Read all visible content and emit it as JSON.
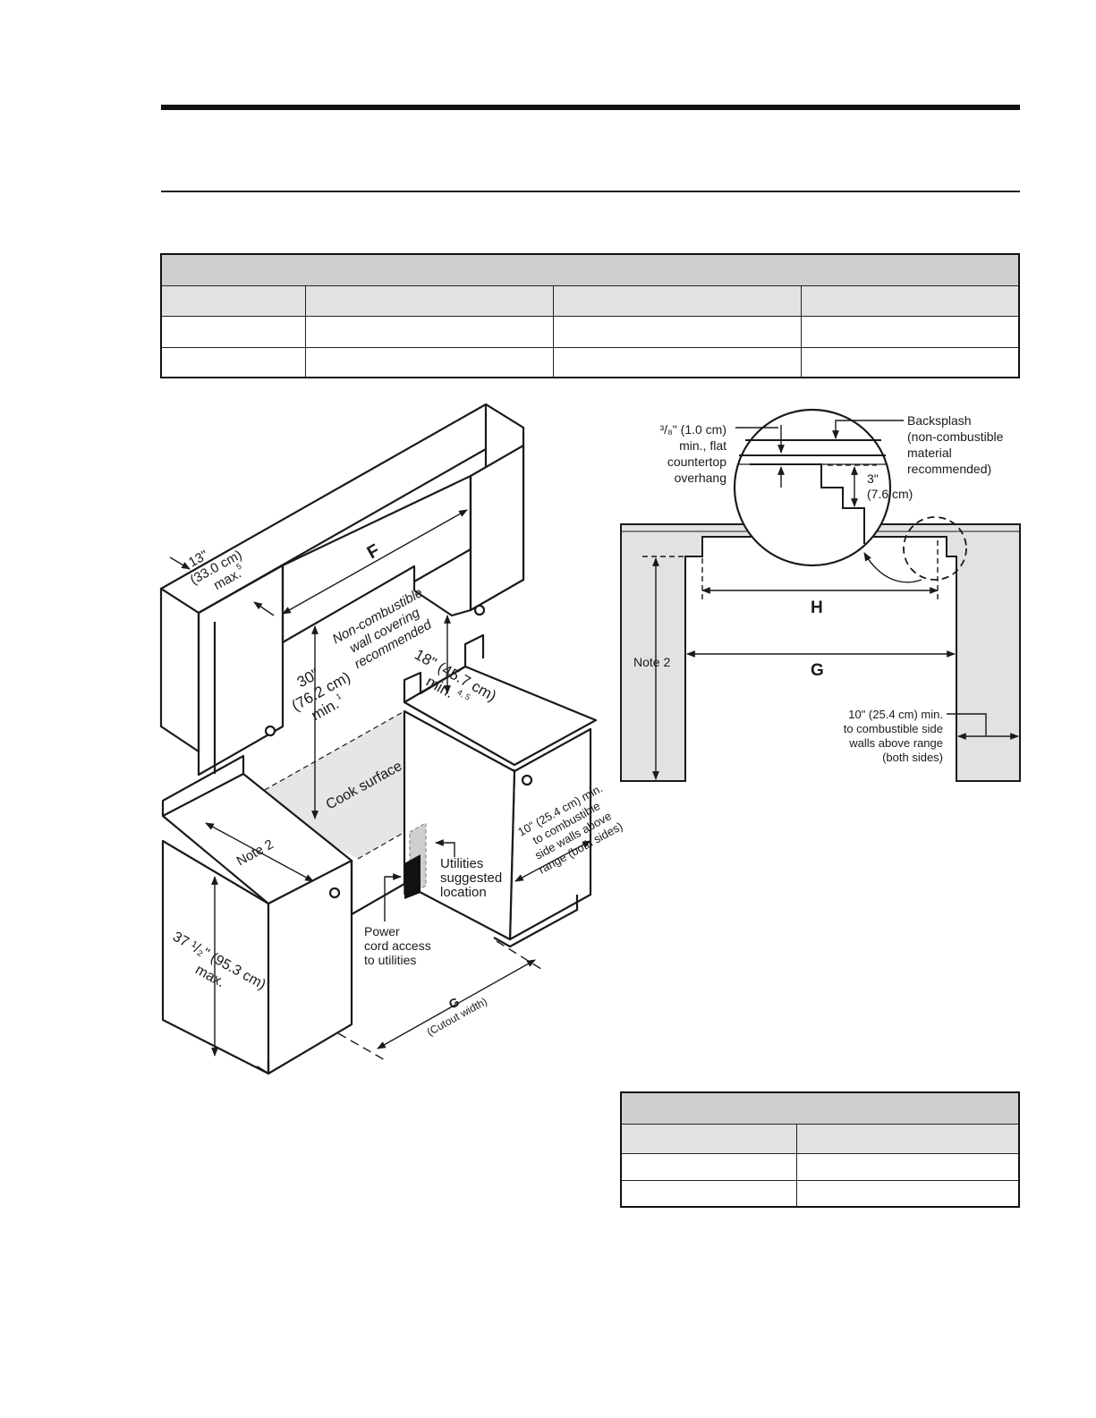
{
  "isometric": {
    "dim_f": "F",
    "side_depth_l1": "13\"",
    "side_depth_l2": "(33.0 cm)",
    "side_depth_l3": "max.",
    "side_depth_sup": "5",
    "wall_l1": "Non-combustible",
    "wall_l2": "wall covering",
    "wall_l3": "recommended",
    "vert_l1": "30\"",
    "vert_l2": "(76.2 cm)",
    "vert_l3": "min.",
    "vert_sup": "1",
    "right_l1": "18\" (45.7 cm)",
    "right_l2": "min.",
    "right_sup": "4, 5",
    "cook_surface": "Cook surface",
    "side_l1": "10\" (25.4 cm) min.",
    "side_l2": "to combustible",
    "side_l3": "side walls above",
    "side_l4": "range (both sides)",
    "note2": "Note 2",
    "height_l1": "37 ¹/₂\" (95.3 cm)",
    "height_l2": "max.",
    "utilities_l1": "Utilities",
    "utilities_l2": "suggested",
    "utilities_l3": "location",
    "power_l1": "Power",
    "power_l2": "cord access",
    "power_l3": "to utilities",
    "dim_g": "G",
    "cutout": "(Cutout width)"
  },
  "plan": {
    "overhang_l1": "³/₈\" (1.0 cm)",
    "overhang_l2": "min., flat",
    "overhang_l3": "countertop",
    "overhang_l4": "overhang",
    "backsplash_l1": "Backsplash",
    "backsplash_l2": "(non-combustible",
    "backsplash_l3": "material",
    "backsplash_l4": "recommended)",
    "step_l1": "3\"",
    "step_l2": "(7.6 cm)",
    "dim_h": "H",
    "dim_g": "G",
    "note2": "Note 2",
    "side_l1": "10\" (25.4 cm) min.",
    "side_l2": "to combustible side",
    "side_l3": "walls above range",
    "side_l4": "(both sides)"
  }
}
